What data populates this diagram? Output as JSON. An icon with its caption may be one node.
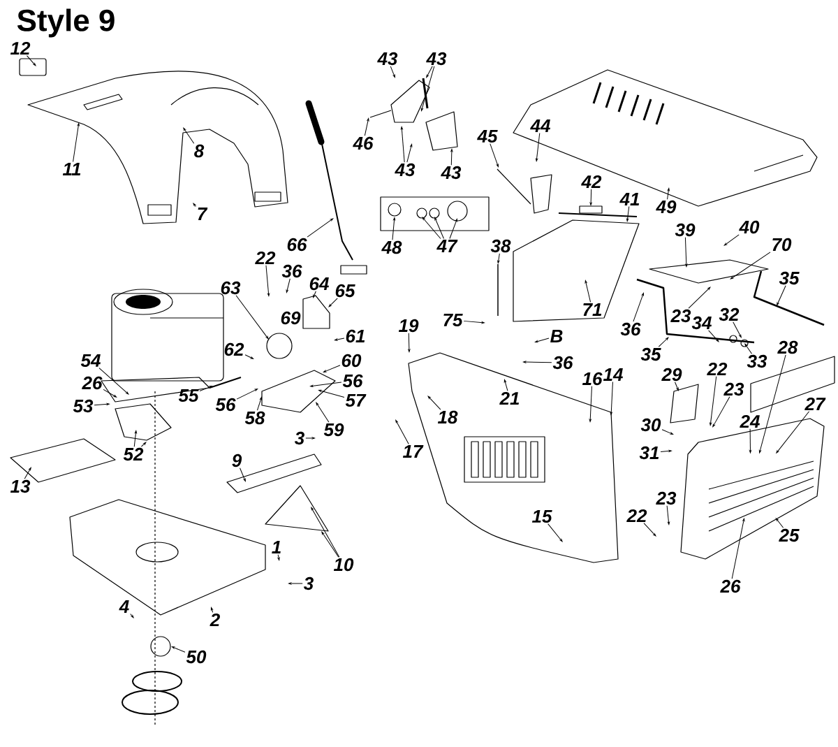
{
  "diagram": {
    "title": "Style 9",
    "nodes": [
      {
        "text": [
          "12"
        ]
      },
      {
        "text": [
          "43"
        ]
      },
      {
        "text": [
          "43"
        ]
      },
      {
        "text": [
          "46"
        ]
      },
      {
        "text": [
          "8"
        ]
      },
      {
        "text": [
          "11"
        ]
      },
      {
        "text": [
          "43"
        ]
      },
      {
        "text": [
          "43"
        ]
      },
      {
        "text": [
          "45"
        ]
      },
      {
        "text": [
          "44"
        ]
      },
      {
        "text": [
          "49"
        ]
      },
      {
        "text": [
          "42"
        ]
      },
      {
        "text": [
          "41"
        ]
      },
      {
        "text": [
          "7"
        ]
      },
      {
        "text": [
          "39"
        ]
      },
      {
        "text": [
          "40"
        ]
      },
      {
        "text": [
          "66"
        ]
      },
      {
        "text": [
          "48"
        ]
      },
      {
        "text": [
          "47"
        ]
      },
      {
        "text": [
          "38"
        ]
      },
      {
        "text": [
          "70"
        ]
      },
      {
        "text": [
          "22"
        ]
      },
      {
        "text": [
          "36"
        ]
      },
      {
        "text": [
          "35"
        ]
      },
      {
        "text": [
          "64"
        ]
      },
      {
        "text": [
          "63"
        ]
      },
      {
        "text": [
          "65"
        ]
      },
      {
        "text": [
          "71"
        ]
      },
      {
        "text": [
          "23"
        ]
      },
      {
        "text": [
          "32"
        ]
      },
      {
        "text": [
          "34"
        ]
      },
      {
        "text": [
          "75"
        ]
      },
      {
        "text": [
          "19"
        ]
      },
      {
        "text": [
          "36"
        ]
      },
      {
        "text": [
          "B"
        ]
      },
      {
        "text": [
          "61"
        ]
      },
      {
        "text": [
          "62"
        ]
      },
      {
        "text": [
          "35"
        ]
      },
      {
        "text": [
          "60"
        ]
      },
      {
        "text": [
          "33"
        ]
      },
      {
        "text": [
          "36"
        ]
      },
      {
        "text": [
          "54"
        ]
      },
      {
        "text": [
          "22"
        ]
      },
      {
        "text": [
          "29"
        ]
      },
      {
        "text": [
          "14"
        ]
      },
      {
        "text": [
          "16"
        ]
      },
      {
        "text": [
          "56"
        ]
      },
      {
        "text": [
          "26"
        ]
      },
      {
        "text": [
          "23"
        ]
      },
      {
        "text": [
          "55"
        ]
      },
      {
        "text": [
          "21"
        ]
      },
      {
        "text": [
          "57"
        ]
      },
      {
        "text": [
          "27"
        ]
      },
      {
        "text": [
          "56"
        ]
      },
      {
        "text": [
          "53"
        ]
      },
      {
        "text": [
          "18"
        ]
      },
      {
        "text": [
          "58"
        ]
      },
      {
        "text": [
          "30"
        ]
      },
      {
        "text": [
          "24"
        ]
      },
      {
        "text": [
          "3"
        ]
      },
      {
        "text": [
          "59"
        ]
      },
      {
        "text": [
          "17"
        ]
      },
      {
        "text": [
          "31"
        ]
      },
      {
        "text": [
          "52"
        ]
      },
      {
        "text": [
          "9"
        ]
      },
      {
        "text": [
          "13"
        ]
      },
      {
        "text": [
          "23"
        ]
      },
      {
        "text": [
          "22"
        ]
      },
      {
        "text": [
          "15"
        ]
      },
      {
        "text": [
          "25"
        ]
      },
      {
        "text": [
          "1"
        ]
      },
      {
        "text": [
          "10"
        ]
      },
      {
        "text": [
          "3"
        ]
      },
      {
        "text": [
          "26"
        ]
      },
      {
        "text": [
          "4"
        ]
      },
      {
        "text": [
          "2"
        ]
      },
      {
        "text": [
          "50"
        ]
      },
      {
        "text": [
          "28"
        ]
      },
      {
        "text": [],
        "shape": "picture"
      }
    ],
    "edges": [
      {
        "from": 0,
        "to": null,
        "arrow": "to"
      },
      {
        "from": 1,
        "to": null,
        "arrow": "to"
      },
      {
        "from": 2,
        "to": null,
        "arrow": "to"
      },
      {
        "from": 2,
        "to": null,
        "arrow": "to"
      },
      {
        "from": 3,
        "to": null,
        "arrow": "to"
      },
      {
        "from": 4,
        "to": null,
        "arrow": "to"
      },
      {
        "from": 5,
        "to": null,
        "arrow": "to"
      },
      {
        "from": 6,
        "to": null,
        "arrow": "to"
      },
      {
        "from": 6,
        "to": null,
        "arrow": "to"
      },
      {
        "from": 7,
        "to": null,
        "arrow": "to"
      },
      {
        "from": 8,
        "to": null,
        "arrow": "to"
      },
      {
        "from": 9,
        "to": null,
        "arrow": "to"
      },
      {
        "from": 10,
        "to": null,
        "arrow": "to"
      },
      {
        "from": 11,
        "to": null,
        "arrow": "to"
      },
      {
        "from": 12,
        "to": null,
        "arrow": "to"
      },
      {
        "from": 13,
        "to": null,
        "arrow": "to"
      },
      {
        "from": 14,
        "to": null,
        "arrow": "to"
      },
      {
        "from": 15,
        "to": null,
        "arrow": "to"
      },
      {
        "from": 16,
        "to": null,
        "arrow": "to"
      },
      {
        "from": 17,
        "to": null,
        "arrow": "to"
      },
      {
        "from": 18,
        "to": null,
        "arrow": "to"
      },
      {
        "from": 18,
        "to": null,
        "arrow": "to"
      },
      {
        "from": 18,
        "to": null,
        "arrow": "to"
      },
      {
        "from": 19,
        "to": null,
        "arrow": "to"
      },
      {
        "from": 20,
        "to": null,
        "arrow": "to"
      },
      {
        "from": 21,
        "to": null,
        "arrow": "to"
      },
      {
        "from": 22,
        "to": null,
        "arrow": "to"
      },
      {
        "from": 23,
        "to": null,
        "arrow": "to"
      },
      {
        "from": 24,
        "to": null,
        "arrow": "to"
      },
      {
        "from": 25,
        "to": null,
        "arrow": "to"
      },
      {
        "from": 26,
        "to": null,
        "arrow": "to"
      },
      {
        "from": 27,
        "to": null,
        "arrow": "to"
      },
      {
        "from": 28,
        "to": null,
        "arrow": "to"
      },
      {
        "from": 29,
        "to": null,
        "arrow": "to"
      },
      {
        "from": 30,
        "to": null,
        "arrow": "to"
      },
      {
        "from": 31,
        "to": null,
        "arrow": "to"
      },
      {
        "from": 32,
        "to": null,
        "arrow": "to"
      },
      {
        "from": 33,
        "to": null,
        "arrow": "to"
      },
      {
        "from": 34,
        "to": null,
        "arrow": "to"
      },
      {
        "from": 35,
        "to": null,
        "arrow": "to"
      },
      {
        "from": 36,
        "to": null,
        "arrow": "to"
      },
      {
        "from": 37,
        "to": null,
        "arrow": "to"
      },
      {
        "from": 38,
        "to": null,
        "arrow": "to"
      },
      {
        "from": 39,
        "to": null,
        "arrow": "to"
      },
      {
        "from": 40,
        "to": null,
        "arrow": "to"
      },
      {
        "from": 41,
        "to": null,
        "arrow": "to"
      },
      {
        "from": 42,
        "to": null,
        "arrow": "to"
      },
      {
        "from": 43,
        "to": null,
        "arrow": "to"
      },
      {
        "from": 44,
        "to": null,
        "arrow": "to"
      },
      {
        "from": 45,
        "to": null,
        "arrow": "to"
      },
      {
        "from": 46,
        "to": null,
        "arrow": "to"
      },
      {
        "from": 47,
        "to": null,
        "arrow": "to"
      },
      {
        "from": 48,
        "to": null,
        "arrow": "to"
      },
      {
        "from": 49,
        "to": null,
        "arrow": "to"
      },
      {
        "from": 50,
        "to": null,
        "arrow": "to"
      },
      {
        "from": 51,
        "to": null,
        "arrow": "to"
      },
      {
        "from": 52,
        "to": 78,
        "arrow": "to"
      },
      {
        "from": 53,
        "to": null,
        "arrow": "to"
      },
      {
        "from": 54,
        "to": null,
        "arrow": "to"
      },
      {
        "from": 55,
        "to": null,
        "arrow": "to"
      },
      {
        "from": 56,
        "to": null,
        "arrow": "to"
      },
      {
        "from": 57,
        "to": null,
        "arrow": "to"
      },
      {
        "from": 58,
        "to": 78,
        "arrow": "to"
      },
      {
        "from": 59,
        "to": null,
        "arrow": "to"
      },
      {
        "from": 60,
        "to": null,
        "arrow": "to"
      },
      {
        "from": 61,
        "to": null,
        "arrow": "to"
      },
      {
        "from": 62,
        "to": null,
        "arrow": "to"
      },
      {
        "from": 63,
        "to": null,
        "arrow": "to"
      },
      {
        "from": 63,
        "to": null,
        "arrow": "to"
      },
      {
        "from": 64,
        "to": null,
        "arrow": "to"
      },
      {
        "from": 65,
        "to": null,
        "arrow": "to"
      },
      {
        "from": 66,
        "to": null,
        "arrow": "to"
      },
      {
        "from": 67,
        "to": null,
        "arrow": "to"
      },
      {
        "from": 68,
        "to": null,
        "arrow": "to"
      },
      {
        "from": 69,
        "to": 78,
        "arrow": "to"
      },
      {
        "from": 70,
        "to": null,
        "arrow": "to"
      },
      {
        "from": 71,
        "to": null,
        "arrow": "to"
      },
      {
        "from": 71,
        "to": null,
        "arrow": "to"
      },
      {
        "from": 72,
        "to": null,
        "arrow": "to"
      },
      {
        "from": 73,
        "to": 78,
        "arrow": "to"
      },
      {
        "from": 74,
        "to": null,
        "arrow": "to"
      },
      {
        "from": 75,
        "to": null,
        "arrow": "to"
      },
      {
        "from": 76,
        "to": null,
        "arrow": "to"
      },
      {
        "from": 77,
        "to": 78,
        "arrow": "to"
      }
    ],
    "labels": [
      "69"
    ]
  }
}
